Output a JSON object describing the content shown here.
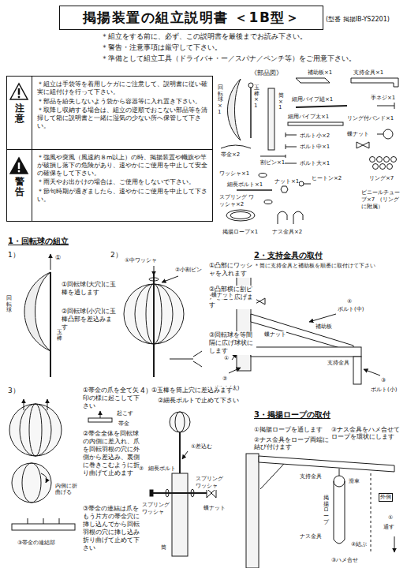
{
  "diagram": {
    "title": "掲揚装置の組立説明書 ＜1B型＞",
    "nodes": [
      {
        "text": [
          "注意",
          "＊組立は手袋等を着用しケガにご注意して、説明書に従い確実に組付けを行って下さい。",
          "＊部品を紛失しないよう袋から容器等に入れ置き下さい。",
          "＊取降し収納する場合は、組立の逆順でおこない部品等を清掃して箱に説明書と一緒に湿気の少ない所へ保管して下さい。"
        ]
      },
      {
        "text": [
          "警告",
          "＊強風や突風（風速約８m以上）の時、掲揚装置や幟旗や竿が破損し落下の危険があり、速やかにご使用を中止して安全の確保をして下さい。",
          "＊雨天やお出かけの場合は、ご使用をしないで下さい。",
          "＊節句時期が過ぎましたら、速やかにご使用を中止して下さい。"
        ]
      }
    ],
    "labels": [
      "(型番 掲揚IB-YS2201)",
      "＊組立をする前に、必ず、この説明書を最後までお読み下さい。",
      "＊警告・注意事項は厳守して下さい。",
      "＊準備として組立工具（ドライバ+・ー／スパナ／ペンチ等）をご用意下さい。",
      "《部品図》",
      "補助板×1",
      "支持金具×1",
      "回転球×1",
      "玉棒×1",
      "筒×1",
      "細用パイプ組×1",
      "手ネジ×1",
      "細用パイプ太×1",
      "リング付バンド×1",
      "ボルト小×2",
      "蝶ナット",
      "ボルト中×1",
      "ボルト大×1",
      "ヒートン×2",
      "リング×7",
      "ビニールチューブ×7 （リングに附属）",
      "帯金×2",
      "割ピン×1",
      "ワッシャ×1",
      "細長ボルト×1",
      "ナット×1",
      "スプリング ワッシャ×2",
      "掲揚ロープ×1",
      "ナス金具×2",
      "1・回転球の組立",
      "1）",
      "①回転球(大穴)に玉棒を通します",
      "②回転球(小穴)に玉棒凸部を差込みます",
      "回転球",
      "玉棒",
      "①",
      "2）",
      "①中ワッシャ",
      "②小割ピン",
      "①凸部にワッシャを入れます",
      "②凸部横に割ピンを通し広げます",
      "③回転球を等間隔に広げ球状にします",
      "2・支持金具の取付",
      "＊筒に支持金具と補助板を順番に取付けて下さい",
      "蝶ナット",
      "蝶ナット",
      "④",
      "ボルト(中)",
      "補助板",
      "支持金具",
      "①",
      "②",
      "ボルト(太)",
      "③",
      "ボルト(小)",
      "3）",
      "①帯金の爪を全て矢印の様に起こして下さい",
      "起こす",
      "帯金",
      "②帯金全体を回転球の内側に差入れ、爪を回転羽根の穴に外側から差込み、裏側に巻きこむように折り曲げて止めます",
      "内側に折曲げる",
      "③帯金の連結部",
      "③帯金の連結は爪をもう片方の帯金穴に挿し込んでから回転羽根の穴に挿し込み折り曲げて止めて下さい",
      "4）",
      "①玉棒を筒上穴に差込みます",
      "②細長ボルトで止めて下さい",
      "①差込む",
      "②",
      "細長ボルト",
      "スプリング ワッシャ",
      "スプリング ワッシャ",
      "筒",
      "蝶ナット",
      "3・掲揚ロープの取付",
      "①掲揚ロープを通します",
      "②ナス金具をロープ両端に結び付けます",
      "③ナス金具をハメ合せてロープを環状にします",
      "支持金具",
      "滑車",
      "外側",
      "掲揚ロープ",
      "通す",
      "①",
      "ナス金具",
      "②結ぶ",
      "③ハメ合せ"
    ]
  }
}
